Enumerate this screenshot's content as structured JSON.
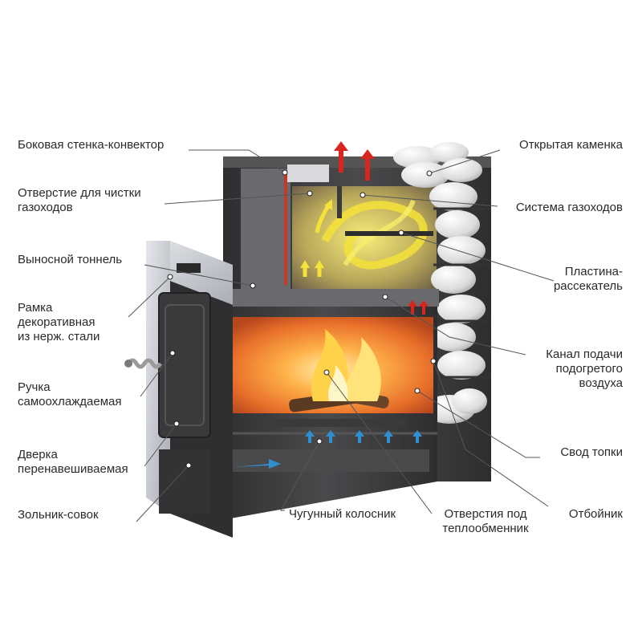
{
  "colors": {
    "fire_orange": "#ff8a2a",
    "hot_air_red": "#d7261f",
    "cold_air_blue": "#2f8fd0",
    "gas_yellow": "#f4e23a",
    "steel_dark": "#3e3e40",
    "steel_frame": "#c9ccd2",
    "leader_line": "#555555"
  },
  "icons": [
    "flame",
    "stones",
    "air-arrow-up",
    "air-arrow-right",
    "door-handle-spring"
  ],
  "labels": {
    "side_wall": "Боковая стенка-конвектор",
    "cleaning_hole_1": "Отверстие для чистки",
    "cleaning_hole_2": "газоходов",
    "tunnel": "Выносной тоннель",
    "frame_1": "Рамка",
    "frame_2": "декоративная",
    "frame_3": "из нерж. стали",
    "handle_1": "Ручка",
    "handle_2": "самоохлаждаемая",
    "door_1": "Дверка",
    "door_2": "перенавешиваемая",
    "ashpan": "Зольник-совок",
    "open_heater": "Открытая каменка",
    "flue_system": "Система газоходов",
    "plate_1": "Пластина-",
    "plate_2": "рассекатель",
    "air_channel_1": "Канал подачи",
    "air_channel_2": "подогретого",
    "air_channel_3": "воздуха",
    "firebox_vault": "Свод топки",
    "grate": "Чугунный колосник",
    "heat_holes_1": "Отверстия под",
    "heat_holes_2": "теплообменник",
    "deflector": "Отбойник"
  }
}
